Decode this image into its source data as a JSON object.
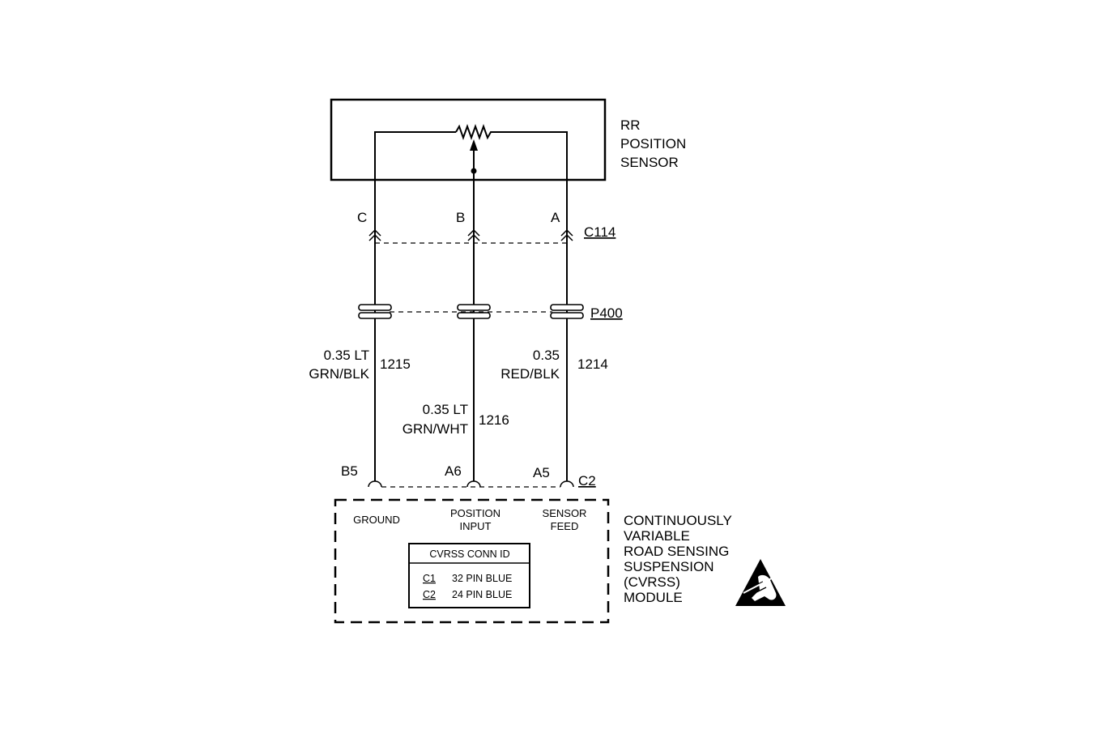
{
  "sensor": {
    "name_lines": [
      "RR",
      "POSITION",
      "SENSOR"
    ],
    "pins": [
      "C",
      "B",
      "A"
    ],
    "connector": "C114"
  },
  "inline_connector": "P400",
  "wires": [
    {
      "gauge": "0.35 LT",
      "color": "GRN/BLK",
      "circuit": "1215"
    },
    {
      "gauge": "0.35 LT",
      "color": "GRN/WHT",
      "circuit": "1216"
    },
    {
      "gauge": "0.35",
      "color": "RED/BLK",
      "circuit": "1214"
    }
  ],
  "module": {
    "pins": [
      "B5",
      "A6",
      "A5"
    ],
    "connector": "C2",
    "functions": [
      {
        "line1": "GROUND",
        "line2": ""
      },
      {
        "line1": "POSITION",
        "line2": "INPUT"
      },
      {
        "line1": "SENSOR",
        "line2": "FEED"
      }
    ],
    "conn_id_table": {
      "header": "CVRSS CONN ID",
      "rows": [
        {
          "id": "C1",
          "desc": "32 PIN BLUE"
        },
        {
          "id": "C2",
          "desc": "24 PIN BLUE"
        }
      ]
    },
    "name_lines": [
      "CONTINUOUSLY",
      "VARIABLE",
      "ROAD SENSING",
      "SUSPENSION",
      "(CVRSS)",
      "MODULE"
    ],
    "esd_icon": "esd-warning-icon"
  }
}
